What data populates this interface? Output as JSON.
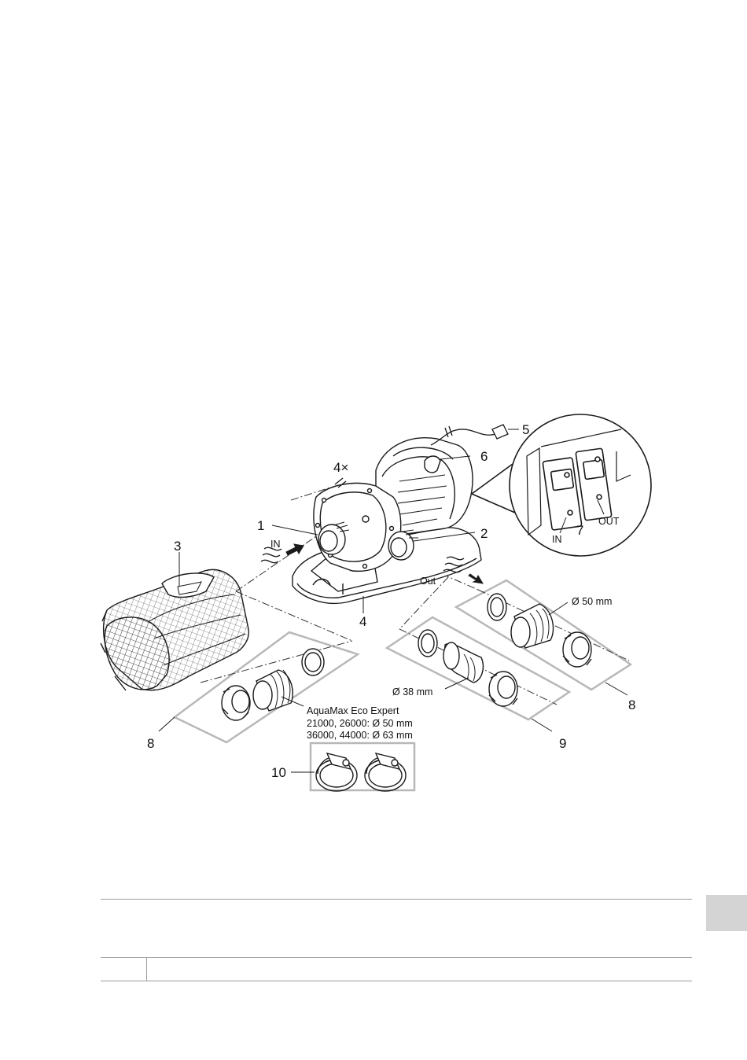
{
  "diagram": {
    "callouts": {
      "c1": "1",
      "c2": "2",
      "c3": "3",
      "c4": "4",
      "c4x": "4×",
      "c5": "5",
      "c6": "6",
      "c7": "7",
      "c8_left": "8",
      "c8_right": "8",
      "c9": "9",
      "c10": "10"
    },
    "labels": {
      "in_arrow": "IN",
      "out_arrow": "Out",
      "detail_in": "IN",
      "detail_out": "OUT",
      "dia_50": "Ø 50 mm",
      "dia_38": "Ø 38 mm",
      "kit_line1": "AquaMax Eco Expert",
      "kit_line2": "21000, 26000: Ø 50 mm",
      "kit_line3": "36000, 44000: Ø 63 mm"
    }
  },
  "colors": {
    "line": "#1a1a1a",
    "panel": "#b8b8b8",
    "tab": "#d4d4d4"
  }
}
